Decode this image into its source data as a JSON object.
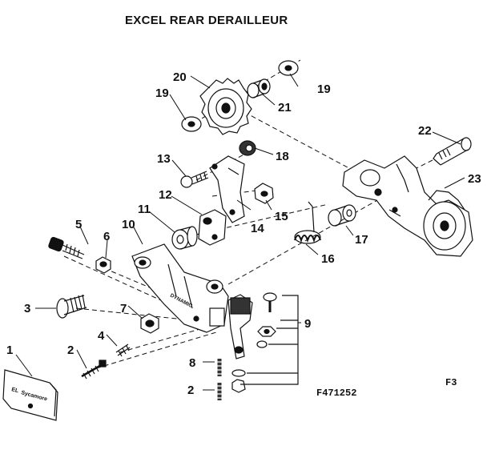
{
  "title": "EXCEL REAR DERAILLEUR",
  "figure_code": "F471252",
  "page_code": "F3",
  "callouts": [
    "1",
    "2",
    "2",
    "3",
    "4",
    "5",
    "6",
    "7",
    "8",
    "9",
    "10",
    "11",
    "12",
    "13",
    "14",
    "15",
    "16",
    "17",
    "18",
    "19",
    "19",
    "20",
    "21",
    "22",
    "23"
  ],
  "part_text": {
    "nameplate": "Sycamore",
    "nameplate_logo": "EL",
    "body_stamp": "DYNAMIC"
  }
}
